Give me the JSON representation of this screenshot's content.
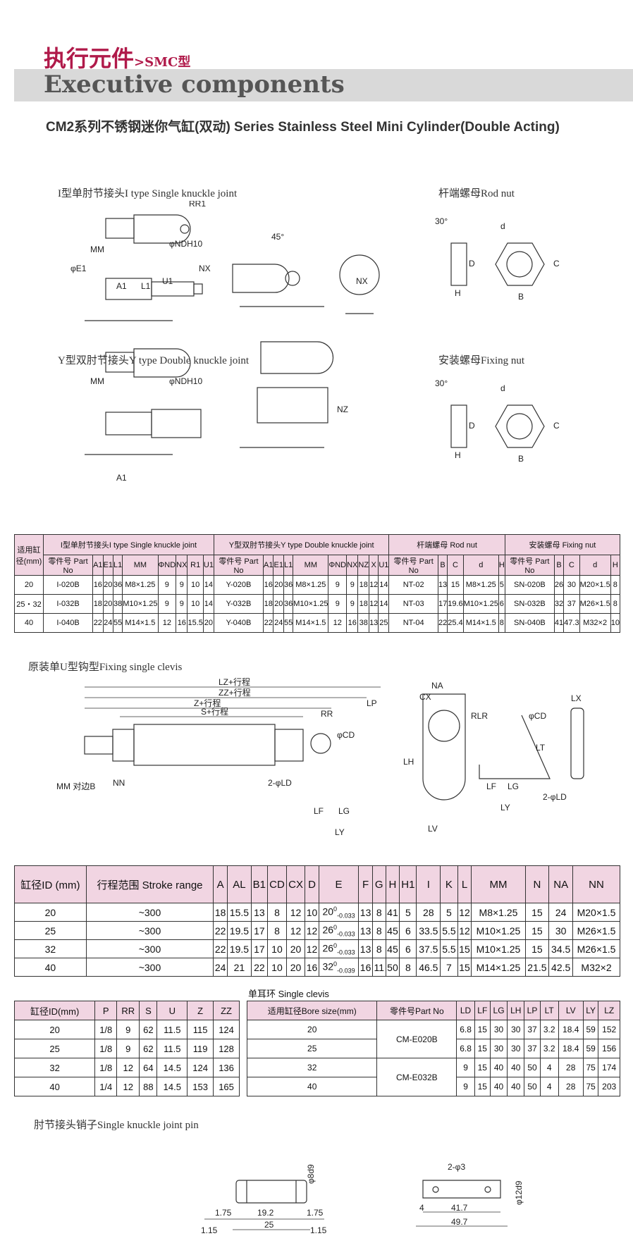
{
  "header": {
    "title_cn": "执行元件",
    "breadcrumb": ">SMC型",
    "title_en": "Executive components",
    "subtitle": "CM2系列不锈钢迷你气缸(双动) Series Stainless Steel Mini Cylinder(Double Acting)"
  },
  "diagrams": {
    "i_joint": "I型单肘节接头I type Single knuckle joint",
    "y_joint": "Y型双肘节接头Y type Double knuckle joint",
    "rod_nut": "杆端螺母Rod nut",
    "fixing_nut": "安装螺母Fixing nut",
    "clevis": "原装单U型钩型Fixing single clevis",
    "pin": "肘节接头销子Single knuckle joint pin",
    "labels": {
      "mm": "MM",
      "a1": "A1",
      "l1": "L1",
      "u1": "U1",
      "e1": "φE1",
      "nd": "φNDH10",
      "nx": "NX",
      "nz": "NZ",
      "rr": "RR1",
      "angle": "45°",
      "h": "H",
      "b": "B",
      "c": "C",
      "d": "D",
      "dd": "d",
      "deg30": "30°",
      "lz": "LZ+行程",
      "zz": "ZZ+行程",
      "z": "Z+行程",
      "s": "S+行程",
      "lp": "LP",
      "rr2": "RR",
      "cd": "φCD",
      "ld": "2-φLD",
      "nn": "NN",
      "mmb": "MM 对边B",
      "lf": "LF",
      "lg": "LG",
      "ly": "LY",
      "lv": "LV",
      "lh": "LH",
      "lt": "LT",
      "na": "NA",
      "cx": "CX",
      "rlr": "RLR",
      "lx": "LX",
      "pin_d": "φ8d9",
      "pin_175": "1.75",
      "pin_192": "19.2",
      "pin_25": "25",
      "pin_115": "1.15",
      "pin_3": "2-φ3",
      "pin_417": "41.7",
      "pin_497": "49.7",
      "pin_4": "4",
      "pin_12": "φ12d9"
    }
  },
  "table1": {
    "group_headers": [
      "适用缸径(mm)",
      "I型单肘节接头I type Single knuckle joint",
      "Y型双肘节接头Y type Double knuckle joint",
      "杆端螺母 Rod nut",
      "安装螺母 Fixing nut"
    ],
    "columns": [
      "零件号 Part No",
      "A1",
      "E1",
      "L1",
      "MM",
      "ΦND",
      "NX",
      "R1",
      "U1",
      "零件号 Part No",
      "A1",
      "E1",
      "L1",
      "MM",
      "ΦND",
      "NX",
      "NZ",
      "X",
      "U1",
      "零件号 Part No",
      "B",
      "C",
      "d",
      "H",
      "零件号 Part No",
      "B",
      "C",
      "d",
      "H"
    ],
    "rows": [
      [
        "20",
        "I-020B",
        "16",
        "20",
        "36",
        "M8×1.25",
        "9",
        "9",
        "10",
        "14",
        "Y-020B",
        "16",
        "20",
        "36",
        "M8×1.25",
        "9",
        "9",
        "18",
        "12",
        "14",
        "NT-02",
        "13",
        "15",
        "M8×1.25",
        "5",
        "SN-020B",
        "26",
        "30",
        "M20×1.5",
        "8"
      ],
      [
        "25・32",
        "I-032B",
        "18",
        "20",
        "38",
        "M10×1.25",
        "9",
        "9",
        "10",
        "14",
        "Y-032B",
        "18",
        "20",
        "36",
        "M10×1.25",
        "9",
        "9",
        "18",
        "12",
        "14",
        "NT-03",
        "17",
        "19.6",
        "M10×1.25",
        "6",
        "SN-032B",
        "32",
        "37",
        "M26×1.5",
        "8"
      ],
      [
        "40",
        "I-040B",
        "22",
        "24",
        "55",
        "M14×1.5",
        "12",
        "16",
        "15.5",
        "20",
        "Y-040B",
        "22",
        "24",
        "55",
        "M14×1.5",
        "12",
        "16",
        "38",
        "13",
        "25",
        "NT-04",
        "22",
        "25.4",
        "M14×1.5",
        "8",
        "SN-040B",
        "41",
        "47.3",
        "M32×2",
        "10"
      ]
    ]
  },
  "table2": {
    "columns": [
      "缸径ID (mm)",
      "行程范围 Stroke range",
      "A",
      "AL",
      "B1",
      "CD",
      "CX",
      "D",
      "E",
      "F",
      "G",
      "H",
      "H1",
      "I",
      "K",
      "L",
      "MM",
      "N",
      "NA",
      "NN"
    ],
    "rows": [
      [
        "20",
        "~300",
        "18",
        "15.5",
        "13",
        "8",
        "12",
        "10",
        [
          "20",
          "0",
          "-0.033"
        ],
        "13",
        "8",
        "41",
        "5",
        "28",
        "5",
        "12",
        "M8×1.25",
        "15",
        "24",
        "M20×1.5"
      ],
      [
        "25",
        "~300",
        "22",
        "19.5",
        "17",
        "8",
        "12",
        "12",
        [
          "26",
          "0",
          "-0.033"
        ],
        "13",
        "8",
        "45",
        "6",
        "33.5",
        "5.5",
        "12",
        "M10×1.25",
        "15",
        "30",
        "M26×1.5"
      ],
      [
        "32",
        "~300",
        "22",
        "19.5",
        "17",
        "10",
        "20",
        "12",
        [
          "26",
          "0",
          "-0.033"
        ],
        "13",
        "8",
        "45",
        "6",
        "37.5",
        "5.5",
        "15",
        "M10×1.25",
        "15",
        "34.5",
        "M26×1.5"
      ],
      [
        "40",
        "~300",
        "24",
        "21",
        "22",
        "10",
        "20",
        "16",
        [
          "32",
          "0",
          "-0.039"
        ],
        "16",
        "11",
        "50",
        "8",
        "46.5",
        "7",
        "15",
        "M14×1.25",
        "21.5",
        "42.5",
        "M32×2"
      ]
    ]
  },
  "table3": {
    "columns": [
      "缸径ID(mm)",
      "P",
      "RR",
      "S",
      "U",
      "Z",
      "ZZ"
    ],
    "rows": [
      [
        "20",
        "1/8",
        "9",
        "62",
        "11.5",
        "115",
        "124"
      ],
      [
        "25",
        "1/8",
        "9",
        "62",
        "11.5",
        "119",
        "128"
      ],
      [
        "32",
        "1/8",
        "12",
        "64",
        "14.5",
        "124",
        "136"
      ],
      [
        "40",
        "1/4",
        "12",
        "88",
        "14.5",
        "153",
        "165"
      ]
    ]
  },
  "table4": {
    "caption": "单耳环 Single clevis",
    "columns": [
      "适用缸径Bore size(mm)",
      "零件号Part No",
      "LD",
      "LF",
      "LG",
      "LH",
      "LP",
      "LT",
      "LV",
      "LY",
      "LZ"
    ],
    "parts": [
      "CM-E020B",
      "CM-E032B"
    ],
    "rows": [
      [
        "20",
        "6.8",
        "15",
        "30",
        "30",
        "37",
        "3.2",
        "18.4",
        "59",
        "152"
      ],
      [
        "25",
        "6.8",
        "15",
        "30",
        "30",
        "37",
        "3.2",
        "18.4",
        "59",
        "156"
      ],
      [
        "32",
        "9",
        "15",
        "40",
        "40",
        "50",
        "4",
        "28",
        "75",
        "174"
      ],
      [
        "40",
        "9",
        "15",
        "40",
        "40",
        "50",
        "4",
        "28",
        "75",
        "203"
      ]
    ]
  }
}
